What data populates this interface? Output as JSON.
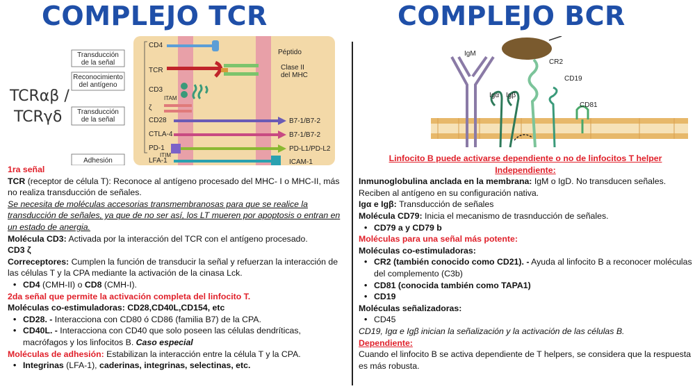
{
  "titles": {
    "tcr": "COMPLEJO TCR",
    "bcr": "COMPLEJO BCR"
  },
  "tcr_side_label": {
    "line1": "TCRαβ /",
    "line2": "TCRγδ"
  },
  "tcr_diagram": {
    "groups": [
      "Transducción de la señal",
      "Reconocimiento del antígeno",
      "Transducción de la señal",
      "Adhesión"
    ],
    "left_labels": [
      "CD4",
      "TCR",
      "CD3",
      "ζ",
      "CD28",
      "CTLA-4",
      "PD-1",
      "LFA-1"
    ],
    "right_labels": [
      "Péptido",
      "Clase II del MHC",
      "B7-1/B7-2",
      "B7-1/B7-2",
      "PD-L1/PD-L2",
      "ICAM-1"
    ],
    "small_labels": [
      "ITAM",
      "ITIM"
    ]
  },
  "bcr_diagram": {
    "labels": [
      "IgM",
      "CR2",
      "CD19",
      "CD81",
      "Igα",
      "Igβ"
    ]
  },
  "left": {
    "s1_heading": "1ra señal",
    "tcr_term": "TCR",
    "tcr_text": " (receptor de célula T): Reconoce al antígeno procesado del MHC- I o MHC-II, más no realiza transducción de señales.",
    "note": "Se necesita de moléculas accesorias transmembranosas para que se realice la transducción de señales, ya que de no ser así, los LT mueren por apoptosis o entran en un estado de anergia.",
    "cd3_term": "Molécula CD3:",
    "cd3_text": " Activada por la interacción del TCR con el antígeno procesado.",
    "cd3z": "CD3 ζ",
    "corr_term": "Correceptores:",
    "corr_text": " Cumplen la función de transducir la señal y refuerzan la interacción de las células T y la CPA mediante la activación de la cinasa Lck.",
    "cd4_term": "CD4",
    "cd4_text": " (CMH-II) o ",
    "cd8_term": "CD8",
    "cd8_text": " (CMH-I).",
    "s2_heading": "2da señal que permite la activación completa del linfocito T.",
    "costim": "Moléculas co-estimuladoras: CD28,CD40L,CD154, etc",
    "cd28_term": "CD28. -",
    "cd28_text": " Interacciona con CD80 ó CD86 (familia B7) de la CPA.",
    "cd40_term": "CD40L. -",
    "cd40_text": " Interacciona con CD40 que solo poseen las células dendríticas, macrófagos y los linfocitos B. ",
    "cd40_special": "Caso especial",
    "adh_term": "Moléculas de adhesión:",
    "adh_text": " Estabilizan la interacción entre la célula T y la CPA.",
    "int_term": "Integrinas",
    "int_text": " (LFA-1), ",
    "int_rest": "caderinas, integrinas, selectinas, etc."
  },
  "right": {
    "heading": "Linfocito B puede activarse dependiente o no de linfocitos T helper",
    "indep": "Independiente:",
    "ig_term": "Inmunoglobulina anclada en la membrana:",
    "ig_text": " IgM o IgD. No transducen señales. Reciben al antígeno en su configuración nativa.",
    "iga_term": "Igα e Igβ:",
    "iga_text": " Transducción de señales",
    "cd79_term": "Molécula CD79:",
    "cd79_text": " Inicia el mecanismo de trasnducción de señales.",
    "cd79_item": "CD79 a y CD79 b",
    "potent": "Moléculas para una señal más potente:",
    "costim": "Moléculas co-estimuladoras:",
    "cr2_term": "CR2 (también conocido como CD21). -",
    "cr2_text": " Ayuda al linfocito B a reconocer moléculas del complemento (C3b)",
    "cd81": "CD81 (conocida también como TAPA1)",
    "cd19": "CD19",
    "signal": "Moléculas señalizadoras:",
    "cd45": "CD45",
    "italic_line": "CD19, Igα e  Igβ inician la señalización y la activación de las células B.",
    "dep": "Dependiente:",
    "dep_text": "Cuando el linfocito B se activa dependiente de T helpers, se considera que la respuesta es más robusta."
  }
}
